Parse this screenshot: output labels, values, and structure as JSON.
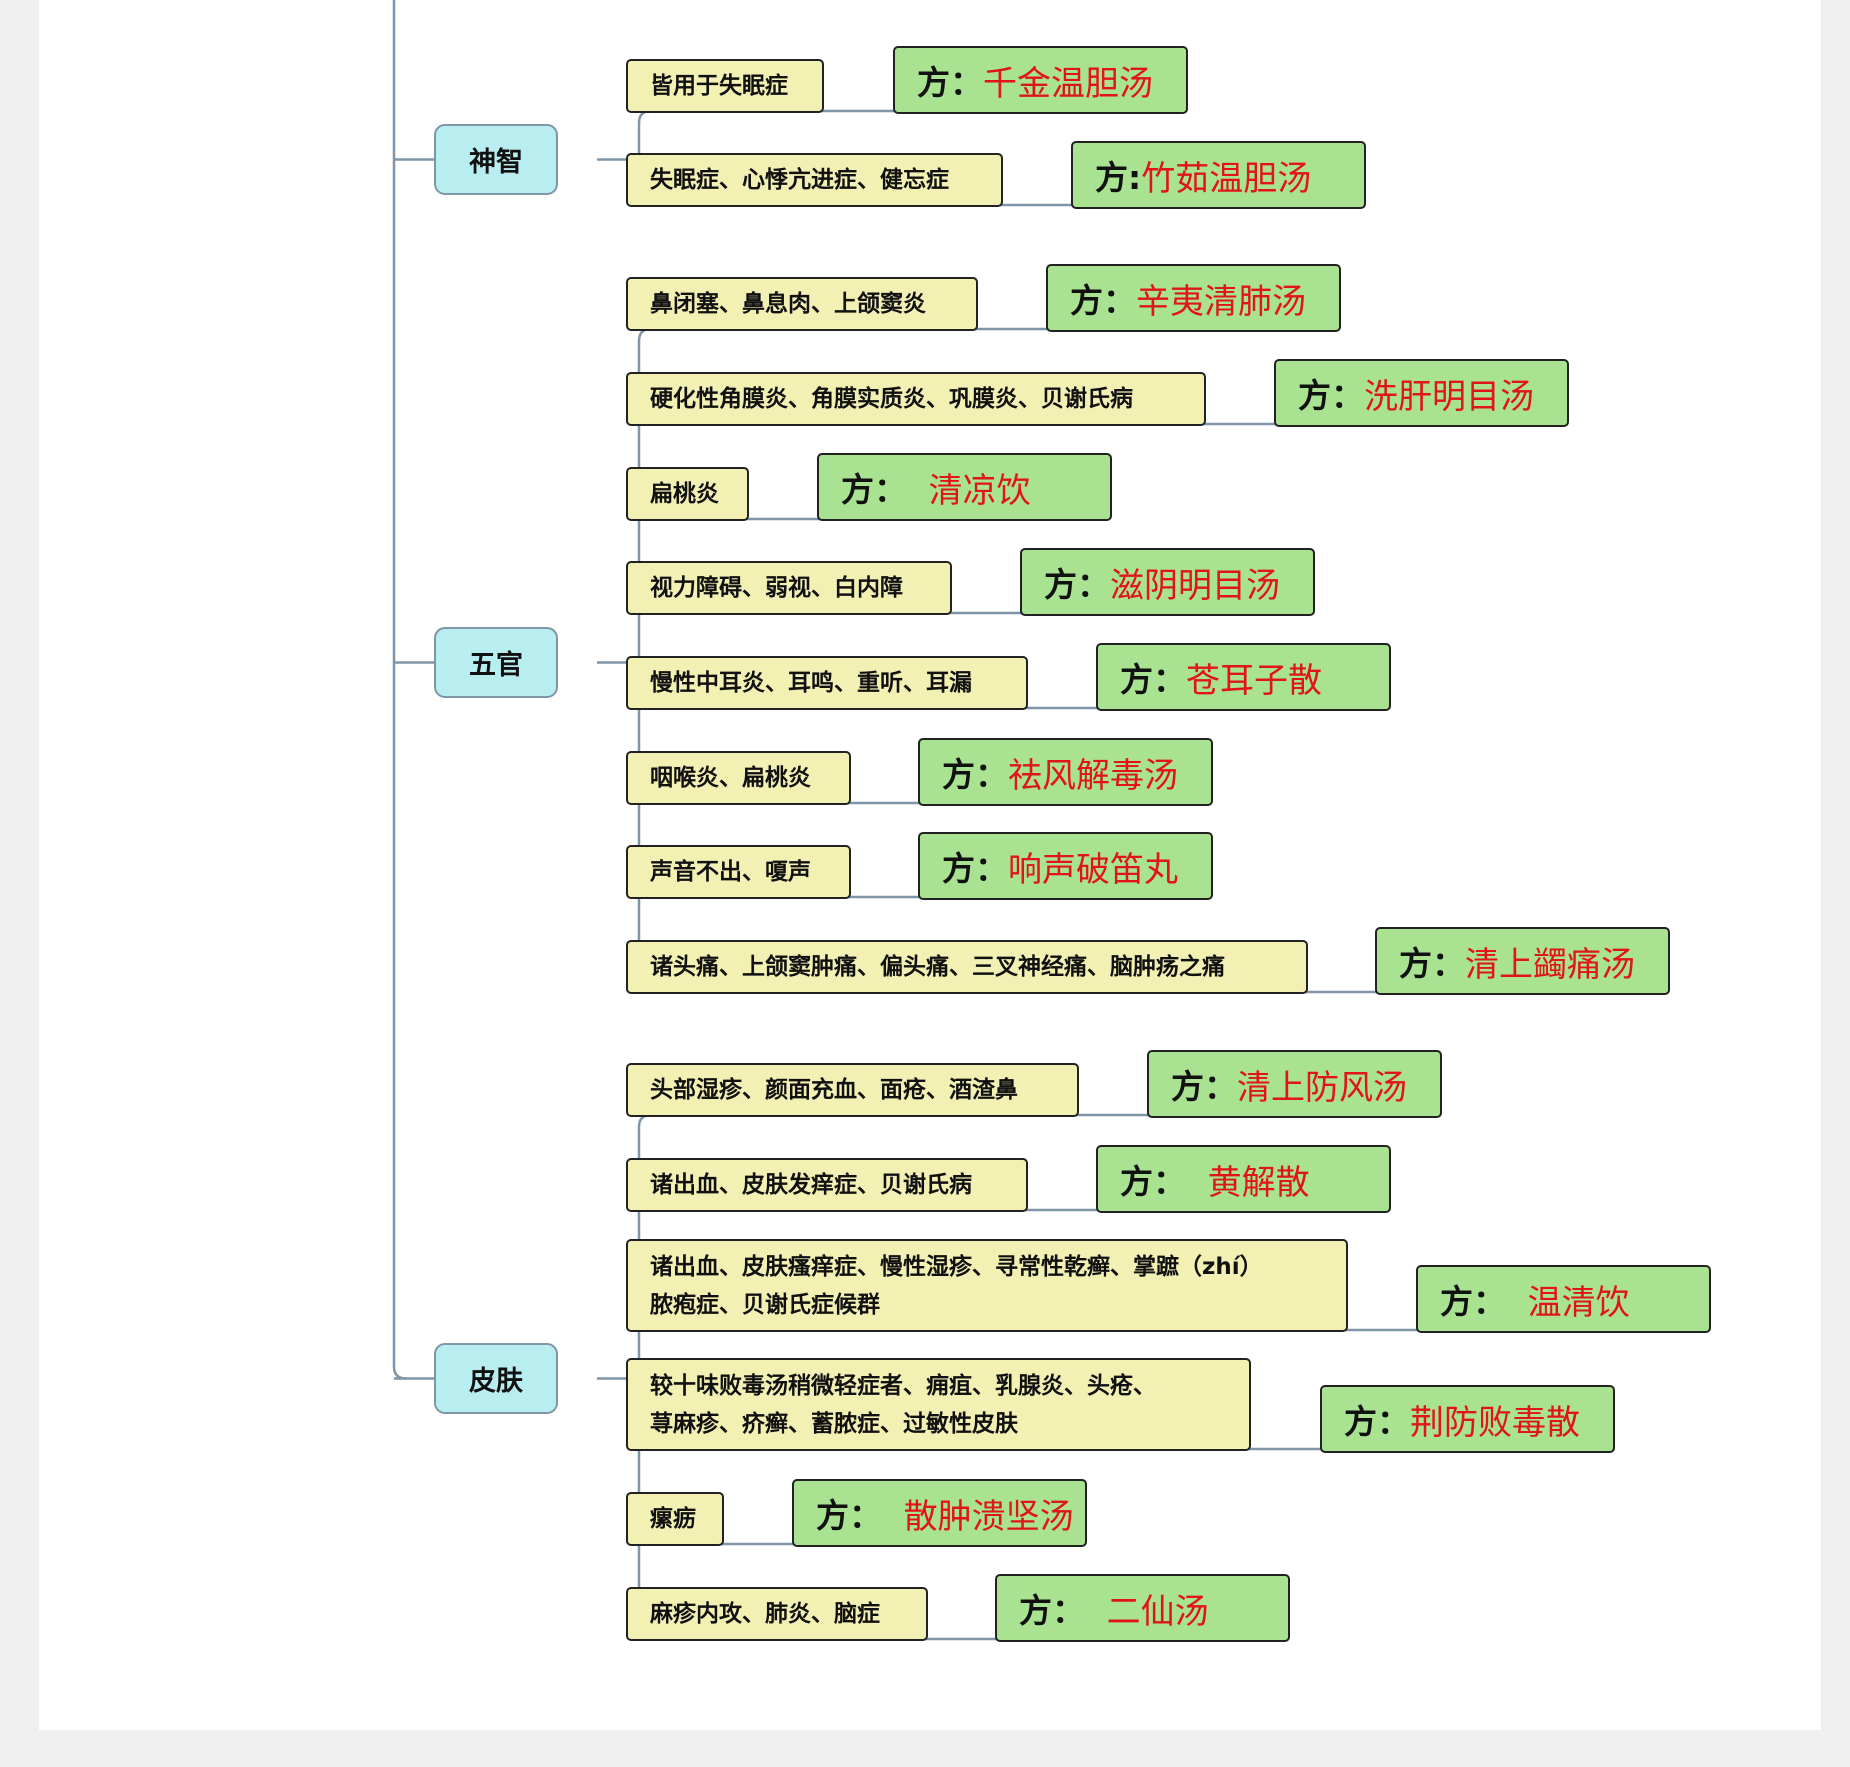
{
  "colors": {
    "category_fill": "#b8eef0",
    "symptom_fill": "#f3f0b4",
    "formula_fill": "#a9e392",
    "formula_text": "#e0141a",
    "connector": "#7f96a8"
  },
  "categories": [
    {
      "label": "神智",
      "branches": [
        {
          "symptom": "皆用于失眠症",
          "prefix": "方：",
          "formula": "千金温胆汤"
        },
        {
          "symptom": "失眠症、心悸亢进症、健忘症",
          "prefix": "方:",
          "formula": "竹茹温胆汤"
        }
      ]
    },
    {
      "label": "五官",
      "branches": [
        {
          "symptom": "鼻闭塞、鼻息肉、上颌窦炎",
          "prefix": "方：",
          "formula": "辛夷清肺汤"
        },
        {
          "symptom": "硬化性角膜炎、角膜实质炎、巩膜炎、贝谢氏病",
          "prefix": "方：",
          "formula": "洗肝明目汤"
        },
        {
          "symptom": "扁桃炎",
          "prefix": "方：",
          "formula": "  清凉饮"
        },
        {
          "symptom": "视力障碍、弱视、白内障",
          "prefix": "方：",
          "formula": "滋阴明目汤"
        },
        {
          "symptom": "慢性中耳炎、耳鸣、重听、耳漏",
          "prefix": "方：",
          "formula": "苍耳子散"
        },
        {
          "symptom": "咽喉炎、扁桃炎",
          "prefix": "方：",
          "formula": "祛风解毒汤"
        },
        {
          "symptom": "声音不出、嗄声",
          "prefix": "方：",
          "formula": "响声破笛丸"
        },
        {
          "symptom": "诸头痛、上颌窦肿痛、偏头痛、三叉神经痛、脑肿疡之痛",
          "prefix": "方：",
          "formula": "清上蠲痛汤"
        }
      ]
    },
    {
      "label": "皮肤",
      "branches": [
        {
          "symptom": "头部湿疹、颜面充血、面疮、酒渣鼻",
          "prefix": "方：",
          "formula": "清上防风汤"
        },
        {
          "symptom": "诸出血、皮肤发痒症、贝谢氏病",
          "prefix": "方：",
          "formula": "  黄解散"
        },
        {
          "symptom": "诸出血、皮肤瘙痒症、慢性湿疹、寻常性乾癣、掌蹠（zhí）\n脓疱症、贝谢氏症候群",
          "prefix": "方：",
          "formula": "  温清饮"
        },
        {
          "symptom": "较十味败毒汤稍微轻症者、痈疽、乳腺炎、头疮、\n荨麻疹、疥癣、蓄脓症、过敏性皮肤",
          "prefix": "方：",
          "formula": "荆防败毒散"
        },
        {
          "symptom": "瘰疬",
          "prefix": "方：",
          "formula": "  散肿溃坚汤"
        },
        {
          "symptom": "麻疹内攻、肺炎、脑症",
          "prefix": "方：",
          "formula": "  二仙汤"
        }
      ]
    }
  ]
}
